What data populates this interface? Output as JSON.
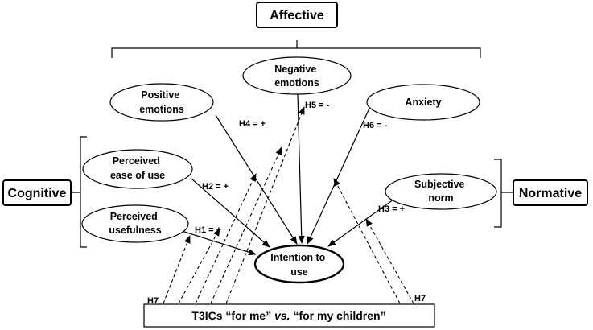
{
  "categories": {
    "affective": "Affective",
    "cognitive": "Cognitive",
    "normative": "Normative"
  },
  "nodes": {
    "positive_emotions": [
      "Positive",
      "emotions"
    ],
    "negative_emotions": [
      "Negative",
      "emotions"
    ],
    "anxiety": [
      "Anxiety"
    ],
    "perceived_ease_of_use": [
      "Perceived",
      "ease of use"
    ],
    "perceived_usefulness": [
      "Perceived",
      "usefulness"
    ],
    "subjective_norm": [
      "Subjective",
      "norm"
    ],
    "intention_to_use": [
      "Intention to",
      "use"
    ]
  },
  "hypotheses": {
    "h1": "H1 = +",
    "h2": "H2 = +",
    "h3": "H3 = +",
    "h4": "H4 = +",
    "h5": "H5 = -",
    "h6": "H6 = -",
    "h7_left": "H7",
    "h7_right": "H7"
  },
  "moderator": {
    "prefix": "T3ICs “for me” ",
    "vs": "vs.",
    "suffix": " “for my children”"
  }
}
